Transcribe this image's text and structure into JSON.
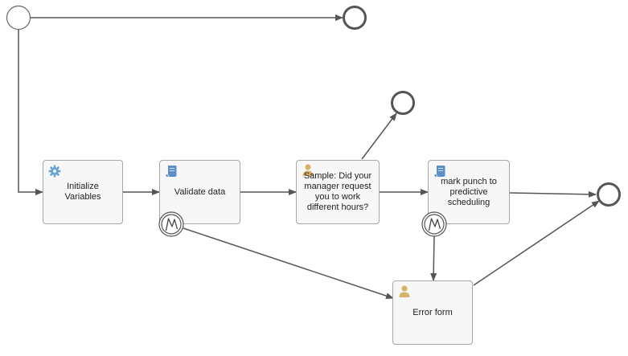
{
  "colors": {
    "stroke": "#555555",
    "task_fill": "#f7f7f7",
    "service_icon": "#6aa3d5",
    "script_icon": "#5b8fc7",
    "user_icon": "#d7b36a"
  },
  "tasks": {
    "initialize": {
      "label": "Initialize\nVariables",
      "icon": "gear-icon"
    },
    "validate": {
      "label": "Validate data",
      "icon": "script-icon"
    },
    "sample": {
      "label": "Sample: Did your\nmanager request\nyou to work\ndifferent hours?",
      "icon": "user-icon"
    },
    "mark_punch": {
      "label": "mark punch to\npredictive\nscheduling",
      "icon": "script-icon"
    },
    "error_form": {
      "label": "Error form",
      "icon": "user-icon"
    }
  },
  "events": {
    "start": "start-event",
    "ends": [
      "end-event-top",
      "end-event-sample",
      "end-event-right"
    ],
    "boundary_errors": [
      "error-boundary-validate",
      "error-boundary-mark-punch"
    ]
  }
}
